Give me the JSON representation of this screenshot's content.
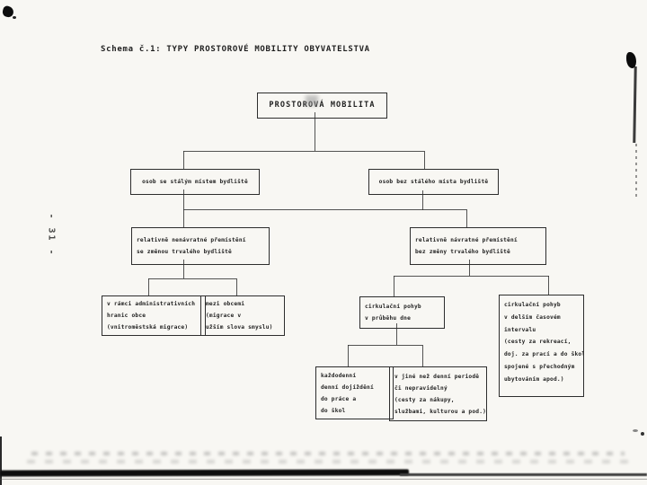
{
  "page": {
    "title": "Schema č.1: TYPY PROSTOROVÉ MOBILITY OBYVATELSTVA",
    "margin_page_number": "- 31 -"
  },
  "diagram": {
    "root": {
      "lines": [
        "PROSTOROVÁ MOBILITA"
      ]
    },
    "with_residence": {
      "lines": [
        "osob se stálým místem bydliště"
      ]
    },
    "without_residence": {
      "lines": [
        "osob bez stálého místa bydliště"
      ]
    },
    "irreversible": {
      "lines": [
        "relativně nenávratné přemístění",
        "se změnou trvalého bydliště"
      ]
    },
    "returnable": {
      "lines": [
        "relativně návratné přemístění",
        "bez změny trvalého bydliště"
      ]
    },
    "within_admin": {
      "lines": [
        "v rámci administrativních",
        "hranic obce",
        "(vnitroměstská migrace)"
      ]
    },
    "between_municipalities": {
      "lines": [
        "mezi obcemi",
        "(migrace v",
        "užším slova smyslu)"
      ]
    },
    "circulation_within_day": {
      "lines": [
        "cirkulační pohyb",
        "v průběhu dne"
      ]
    },
    "circulation_longer_interval": {
      "lines": [
        "cirkulační pohyb",
        "v delším časovém",
        "intervalu",
        "(cesty za rekreací,",
        "doj. za prací a do škol",
        "spojené s přechodným",
        "ubytováním apod.)"
      ]
    },
    "daily_commuting": {
      "lines": [
        "každodenní",
        "denní dojíždění",
        "do práce a",
        "do škol"
      ]
    },
    "non_daily_period": {
      "lines": [
        "v jiné než denní periodě",
        "či nepravidelný",
        "(cesty za nákupy,",
        "službami, kulturou a pod.)"
      ]
    }
  },
  "colors": {
    "ink": "#1f1f1f",
    "paper": "#f8f7f3"
  }
}
